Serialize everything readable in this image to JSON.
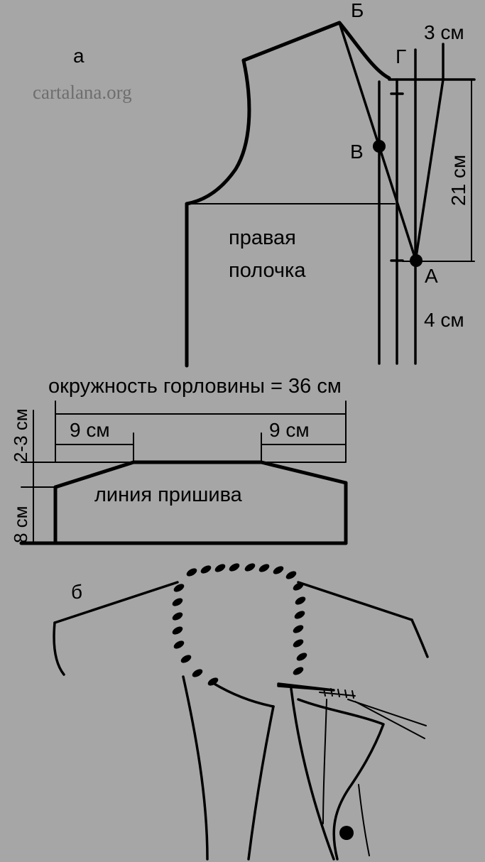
{
  "labels": {
    "a": "а",
    "b": "б",
    "watermark": "cartalana.org",
    "point_B": "Б",
    "point_G": "Г",
    "point_V": "В",
    "point_A": "А",
    "dim_3cm": "3 см",
    "dim_21cm": "21 см",
    "dim_4cm": "4 см",
    "piece_name_line1": "правая",
    "piece_name_line2": "полочка",
    "neck_circumference": "окружность горловины = 36 см",
    "dim_9cm_left": "9 см",
    "dim_9cm_right": "9 см",
    "dim_2_3cm": "2-3 см",
    "dim_8cm": "8 см",
    "attach_line": "линия пришива"
  },
  "colors": {
    "background": "#a6a6a6",
    "lines": "#000000",
    "watermark": "#6e6e6e"
  }
}
